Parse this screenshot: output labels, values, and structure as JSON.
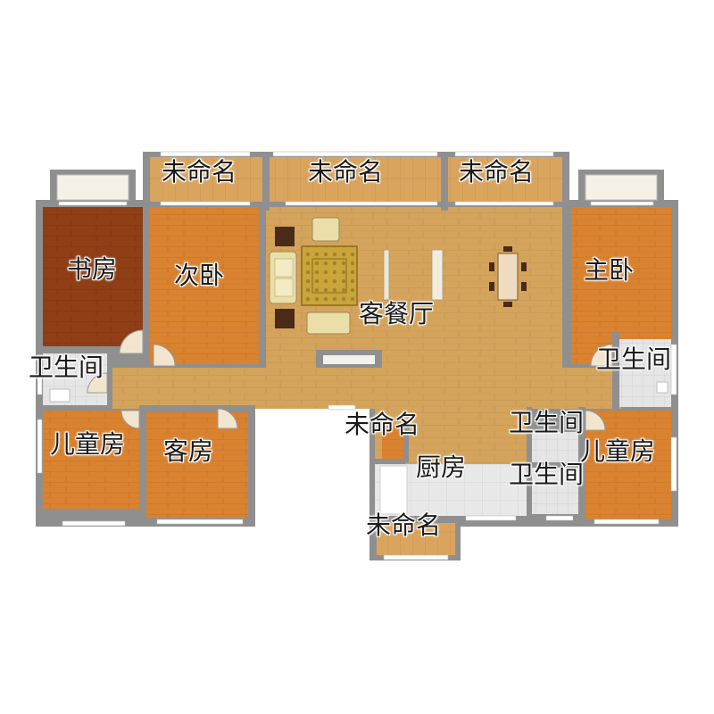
{
  "colors": {
    "wall": "#8f8f8f",
    "floor_main": "#d4a45c",
    "floor_room": "#d9822f",
    "floor_study": "#8f3e16",
    "floor_balcony": "#d9a45e",
    "tile": "#e3e3e3",
    "rug": "#c9a53a",
    "sofa": "#eadfa8",
    "dark_wood": "#4a2a18",
    "window": "#ffffff"
  },
  "rooms": {
    "unnamed_1": "未命名",
    "unnamed_2": "未命名",
    "unnamed_3": "未命名",
    "study": "书房",
    "second_bedroom": "次卧",
    "living_dining": "客餐厅",
    "master_bedroom": "主卧",
    "bathroom_left": "卫生间",
    "bathroom_right": "卫生间",
    "kids_room_left": "儿童房",
    "guest_room": "客房",
    "unnamed_4": "未命名",
    "kitchen": "厨房",
    "bathroom_mid_1": "卫生间",
    "kids_room_right": "儿童房",
    "bathroom_mid_2": "卫生间",
    "unnamed_5": "未命名"
  }
}
